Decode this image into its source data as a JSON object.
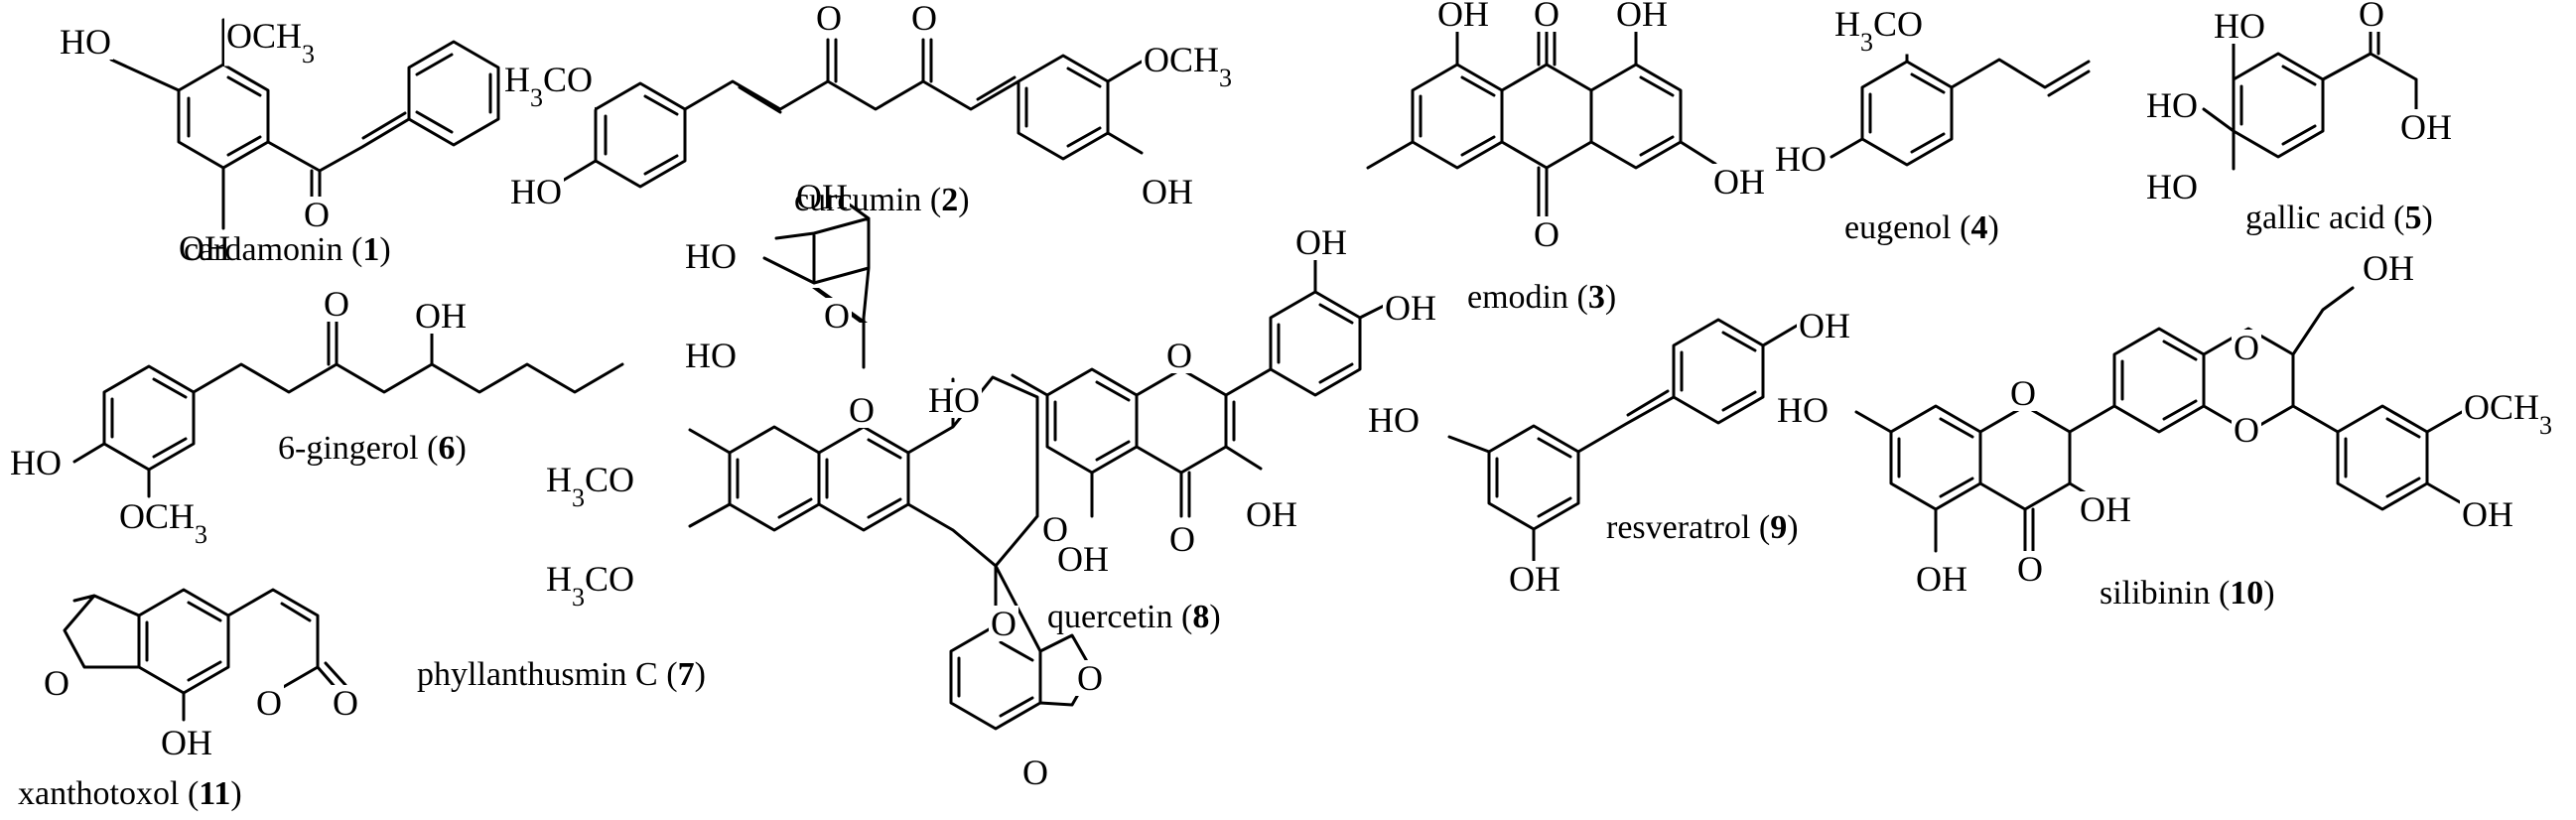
{
  "compounds": [
    {
      "id": "cardamonin",
      "name": "cardamonin",
      "number": "1",
      "labels": [
        "HO",
        "OCH3",
        "OH",
        "O"
      ]
    },
    {
      "id": "curcumin",
      "name": "curcumin",
      "number": "2",
      "labels": [
        "H3CO",
        "HO",
        "O",
        "O",
        "OCH3",
        "OH"
      ]
    },
    {
      "id": "emodin",
      "name": "emodin",
      "number": "3",
      "labels": [
        "OH",
        "O",
        "OH",
        "OH",
        "O"
      ]
    },
    {
      "id": "eugenol",
      "name": "eugenol",
      "number": "4",
      "labels": [
        "H3CO",
        "HO"
      ]
    },
    {
      "id": "gallic-acid",
      "name": "gallic acid",
      "number": "5",
      "labels": [
        "HO",
        "HO",
        "HO",
        "O",
        "OH"
      ]
    },
    {
      "id": "gingerol",
      "name": "6-gingerol",
      "number": "6",
      "labels": [
        "O",
        "OH",
        "HO",
        "OCH3"
      ]
    },
    {
      "id": "phyllanthusmin",
      "name": "phyllanthusmin C",
      "number": "7",
      "labels": [
        "OH",
        "HO",
        "O",
        "HO",
        "O",
        "H3CO",
        "H3CO",
        "O",
        "O",
        "O",
        "O"
      ]
    },
    {
      "id": "quercetin",
      "name": "quercetin",
      "number": "8",
      "labels": [
        "OH",
        "OH",
        "HO",
        "O",
        "OH",
        "OH",
        "O"
      ]
    },
    {
      "id": "resveratrol",
      "name": "resveratrol",
      "number": "9",
      "labels": [
        "OH",
        "HO",
        "OH"
      ]
    },
    {
      "id": "silibinin",
      "name": "silibinin",
      "number": "10",
      "labels": [
        "O",
        "OH",
        "O",
        "OCH3",
        "HO",
        "O",
        "OH",
        "OH",
        "O",
        "OH"
      ]
    },
    {
      "id": "xanthotoxol",
      "name": "xanthotoxol",
      "number": "11",
      "labels": [
        "O",
        "O",
        "O",
        "OH"
      ]
    }
  ]
}
